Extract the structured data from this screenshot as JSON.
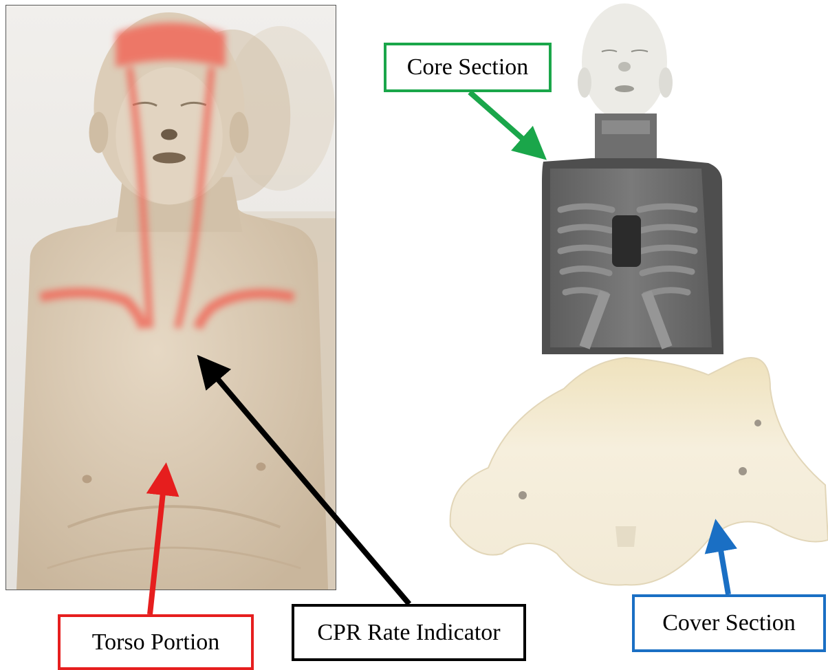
{
  "labels": {
    "core": "Core Section",
    "torso": "Torso Portion",
    "cpr": "CPR Rate Indicator",
    "cover": "Cover Section"
  },
  "colors": {
    "core": "#1aa64a",
    "torso": "#e61e1e",
    "cpr": "#000000",
    "cover": "#1a6fc4",
    "skin": "#d9c9b2",
    "glow": "#f0695a",
    "core_grey": "#6e6e6e",
    "cover_cream": "#f4ecd6"
  },
  "images": {
    "left": "manikin-torso-photo",
    "right": "manikin-disassembled-photo"
  }
}
